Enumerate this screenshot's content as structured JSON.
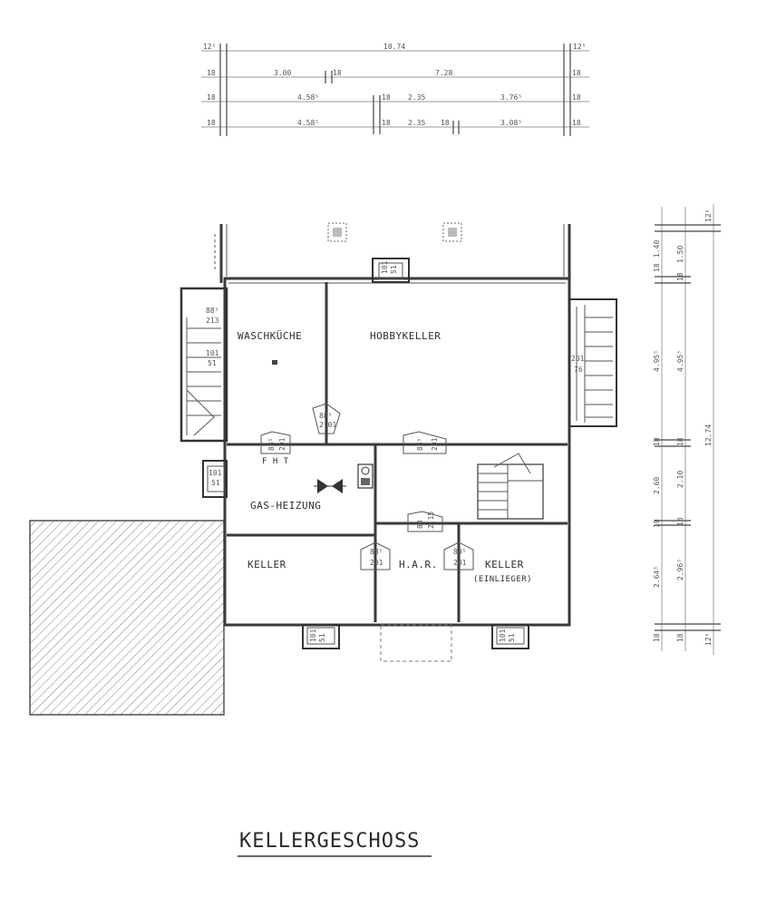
{
  "title": "KELLERGESCHOSS",
  "rooms": {
    "waschkueche": "WASCHKÜCHE",
    "hobbykeller": "HOBBYKELLER",
    "gasheizung": "GAS-HEIZUNG",
    "fht": "F H T",
    "keller": "KELLER",
    "har": "H.A.R.",
    "keller_einlieger": "KELLER",
    "einlieger": "(EINLIEGER)"
  },
  "top_dims": {
    "row1": [
      "12⁵",
      "10.74",
      "12⁵"
    ],
    "row2": [
      "18",
      "3.00",
      "18",
      "7.28",
      "18"
    ],
    "row3": [
      "18",
      "4.58⁵",
      "18",
      "2.35",
      "3.76⁵",
      "18"
    ],
    "row4": [
      "18",
      "4.58⁵",
      "18",
      "2.35",
      "18",
      "3.08⁵",
      "18"
    ]
  },
  "right_dims": {
    "col1": [
      "18",
      "1.40",
      "4.95⁵",
      "18",
      "2.60",
      "10",
      "2.64⁵",
      "18"
    ],
    "col2": [
      "18",
      "1.50",
      "4.95⁵",
      "18",
      "2.10",
      "18",
      "2.96⁵",
      "18"
    ],
    "col3": [
      "12⁵",
      "12.74",
      "12⁵"
    ]
  },
  "openings": {
    "win_top": [
      "101",
      "51"
    ],
    "win_left": [
      "101",
      "51"
    ],
    "win_bottom_left": [
      "101",
      "51"
    ],
    "win_bottom_right": [
      "101",
      "51"
    ],
    "win_right": [
      "201",
      "76"
    ],
    "stair_top": [
      "88⁵",
      "213"
    ],
    "stair_mid": [
      "101",
      "51"
    ],
    "door_wasch": [
      "88⁵",
      "2.01"
    ],
    "door_fht": [
      "88⁵",
      "201"
    ],
    "door_hall": [
      "88⁵",
      "201"
    ],
    "door_har_top": [
      "88",
      "2.15"
    ],
    "door_keller": [
      "88⁵",
      "201"
    ],
    "door_einlieger": [
      "88⁵",
      "201"
    ]
  }
}
